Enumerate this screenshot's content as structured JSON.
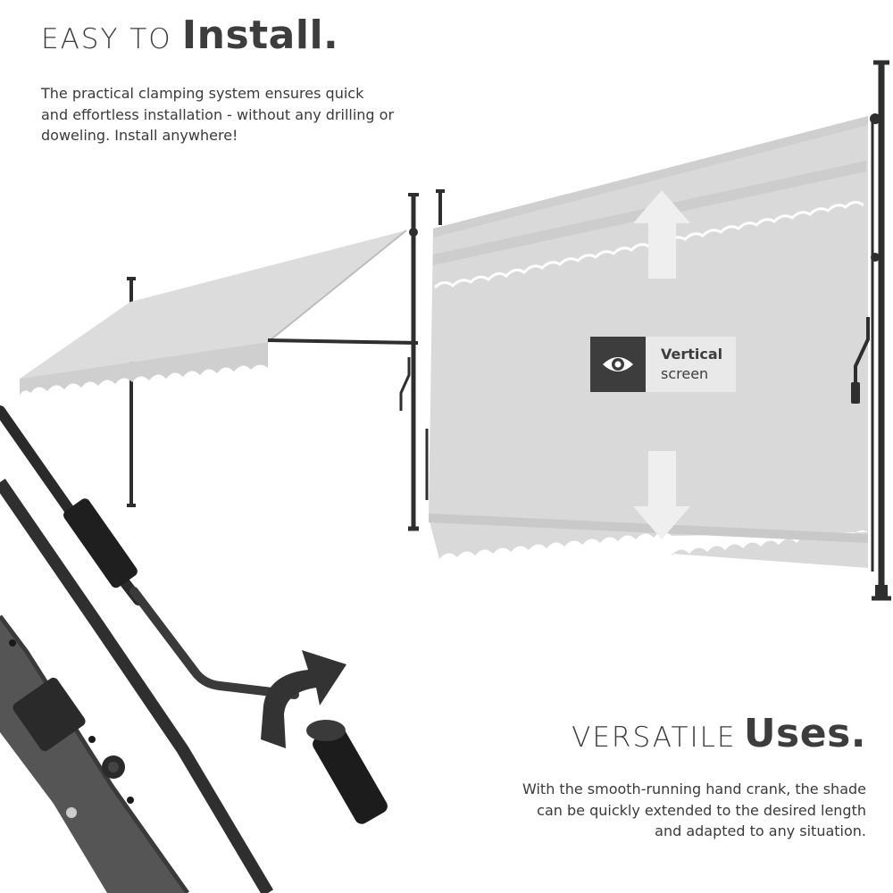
{
  "install_section": {
    "title_light": "EASY TO",
    "title_bold": "Install.",
    "description_lines": [
      "The practical clamping system ensures quick",
      "and effortless installation - without any drilling or",
      "doweling. Install anywhere!"
    ]
  },
  "vertical_badge": {
    "icon": "eye-icon",
    "line1": "Vertical",
    "line2": "screen"
  },
  "uses_section": {
    "title_light": "VERSATILE",
    "title_bold": "Uses.",
    "description_lines": [
      "With the smooth-running hand crank, the shade",
      "can be quickly extended to the desired length",
      "and adapted to any situation."
    ]
  },
  "colors": {
    "text": "#3d3d3d",
    "fabric": "#d9d9d9",
    "metal": "#2e2e2e",
    "badge_dark": "#3d3d3d",
    "badge_light": "#e9e9e9"
  }
}
